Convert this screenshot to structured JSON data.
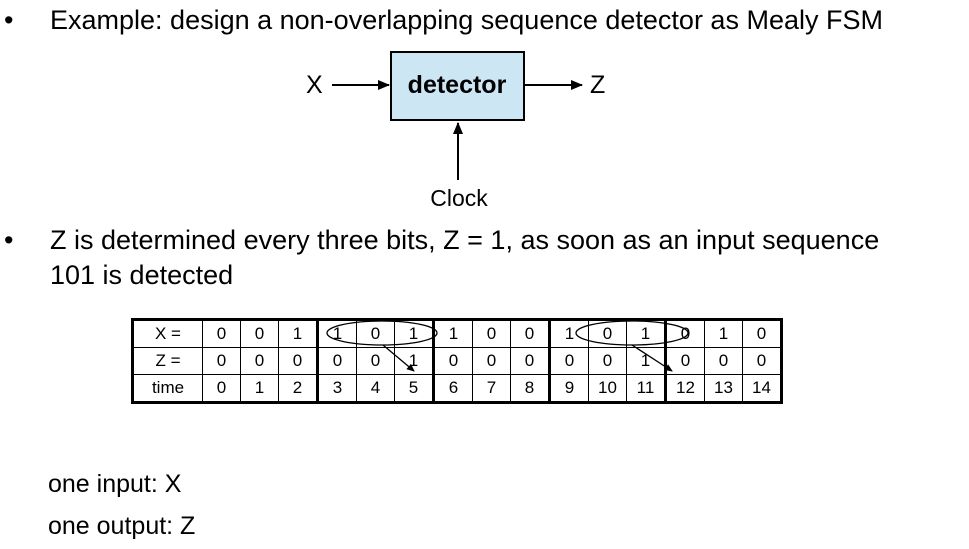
{
  "bullets": {
    "symbol": "•",
    "first": "Example: design a non-overlapping sequence detector as Mealy FSM",
    "second_line1": "Z is determined every three bits, Z = 1, as soon as an input sequence",
    "second_line2": "101 is detected"
  },
  "diagram": {
    "input_label": "X",
    "block_label": "detector",
    "output_label": "Z",
    "clock_label": "Clock",
    "block_fill": "#cce6f4"
  },
  "table": {
    "rows": [
      {
        "label": "X =",
        "values": [
          "0",
          "0",
          "1",
          "1",
          "0",
          "1",
          "1",
          "0",
          "0",
          "1",
          "0",
          "1",
          "0",
          "1",
          "0"
        ]
      },
      {
        "label": "Z =",
        "values": [
          "0",
          "0",
          "0",
          "0",
          "0",
          "1",
          "0",
          "0",
          "0",
          "0",
          "0",
          "1",
          "0",
          "0",
          "0"
        ]
      },
      {
        "label": "time",
        "values": [
          "0",
          "1",
          "2",
          "3",
          "4",
          "5",
          "6",
          "7",
          "8",
          "9",
          "10",
          "11",
          "12",
          "13",
          "14"
        ]
      }
    ]
  },
  "io": {
    "input": "one input: X",
    "output": "one output: Z"
  }
}
